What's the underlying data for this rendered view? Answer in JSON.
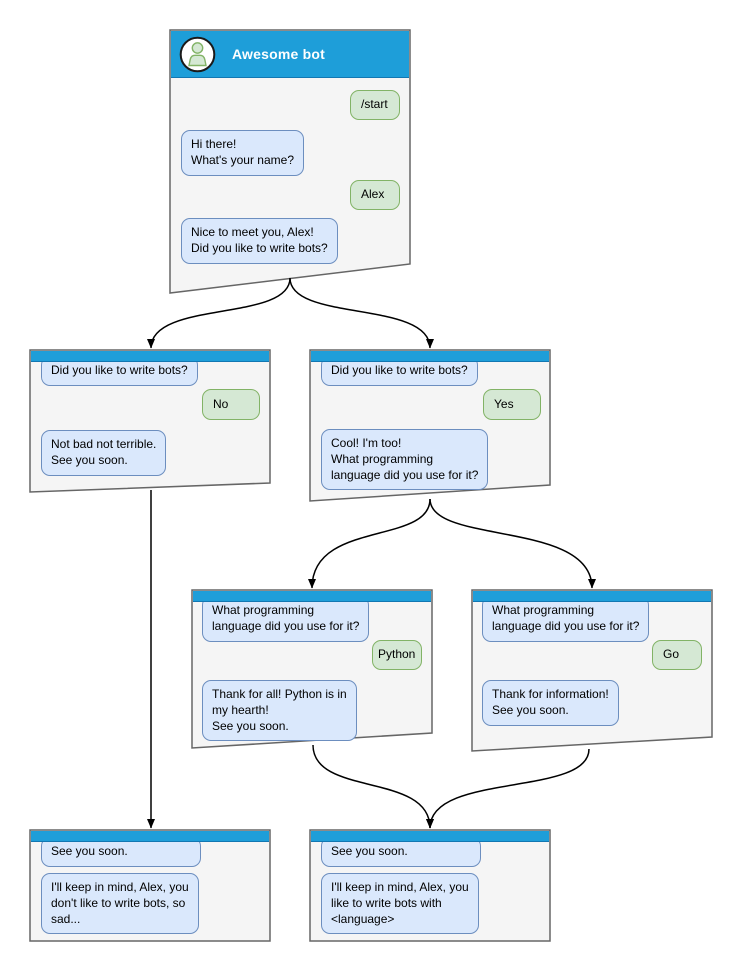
{
  "colors": {
    "header_blue": "#1E9ED9",
    "window_fill": "#F5F5F5",
    "window_border": "#666666",
    "bot_bubble_fill": "#DAE8FC",
    "bot_bubble_border": "#6C8EBF",
    "user_bubble_fill": "#D5E8D4",
    "user_bubble_border": "#82B366",
    "connector": "#000000"
  },
  "main_window": {
    "title": "Awesome bot",
    "avatar": "person-icon",
    "messages": [
      {
        "from": "user",
        "text": "/start"
      },
      {
        "from": "bot",
        "text": "Hi there!\nWhat's your name?"
      },
      {
        "from": "user",
        "text": "Alex"
      },
      {
        "from": "bot",
        "text": "Nice to meet you, Alex!\nDid you like to write bots?"
      }
    ]
  },
  "branch_no": {
    "messages": [
      {
        "from": "bot",
        "text": "Did you like to write bots?"
      },
      {
        "from": "user",
        "text": "No"
      },
      {
        "from": "bot",
        "text": "Not bad not terrible.\nSee you soon."
      }
    ]
  },
  "branch_yes": {
    "messages": [
      {
        "from": "bot",
        "text": "Did you like to write bots?"
      },
      {
        "from": "user",
        "text": "Yes"
      },
      {
        "from": "bot",
        "text": "Cool! I'm too!\nWhat programming\nlanguage did you use for it?"
      }
    ]
  },
  "branch_python": {
    "messages": [
      {
        "from": "bot",
        "text": "What programming\nlanguage did you use for it?"
      },
      {
        "from": "user",
        "text": "Python"
      },
      {
        "from": "bot",
        "text": "Thank for all! Python is in\nmy hearth!\nSee you soon."
      }
    ]
  },
  "branch_go": {
    "messages": [
      {
        "from": "bot",
        "text": "What programming\nlanguage did you use for it?"
      },
      {
        "from": "user",
        "text": "Go"
      },
      {
        "from": "bot",
        "text": "Thank for information!\nSee you soon."
      }
    ]
  },
  "final_no": {
    "messages": [
      {
        "from": "bot",
        "text": "See you soon."
      },
      {
        "from": "bot",
        "text": "I'll keep in mind, Alex, you\ndon't like to write bots, so\nsad..."
      }
    ]
  },
  "final_yes": {
    "messages": [
      {
        "from": "bot",
        "text": "See you soon."
      },
      {
        "from": "bot",
        "text": "I'll keep in mind, Alex, you\nlike to write bots with\n<language>"
      }
    ]
  }
}
